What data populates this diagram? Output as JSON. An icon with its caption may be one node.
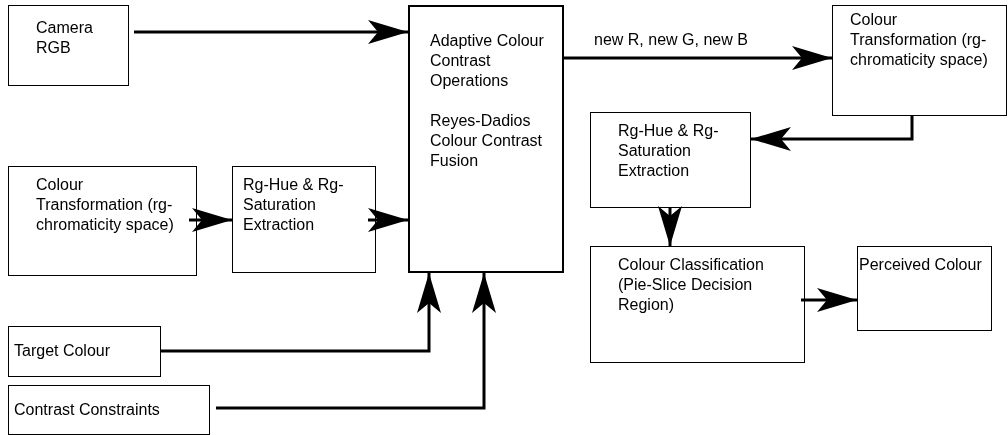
{
  "diagram": {
    "nodes": [
      {
        "text": [
          "Camera RGB"
        ]
      },
      {
        "text": [
          "Colour Transformation (rg-chromaticity space)"
        ]
      },
      {
        "text": [
          "Rg-Hue & Rg-Saturation Extraction"
        ]
      },
      {
        "text": [
          "Adaptive Colour Contrast Operations",
          "Reyes-Dadios Colour Contrast Fusion"
        ]
      },
      {
        "text": [
          "Target Colour"
        ]
      },
      {
        "text": [
          "Contrast Constraints"
        ]
      },
      {
        "text": [
          "Colour Transformation (rg-chromaticity space)"
        ]
      },
      {
        "text": [
          "Rg-Hue & Rg-Saturation Extraction"
        ]
      },
      {
        "text": [
          "Colour Classification (Pie-Slice Decision Region)"
        ]
      },
      {
        "text": [
          "Perceived Colour"
        ]
      }
    ],
    "edges": [
      {
        "from": 0,
        "to": 3,
        "arrow": "to"
      },
      {
        "from": 1,
        "to": 2,
        "arrow": "to"
      },
      {
        "from": 2,
        "to": 3,
        "arrow": "to"
      },
      {
        "from": 4,
        "to": 3,
        "arrow": "to"
      },
      {
        "from": 5,
        "to": 3,
        "arrow": "to"
      },
      {
        "from": 3,
        "to": 6,
        "arrow": "to",
        "label": "new R, new G, new B"
      },
      {
        "from": 6,
        "to": 7,
        "arrow": "to"
      },
      {
        "from": 7,
        "to": 8,
        "arrow": "to"
      },
      {
        "from": 8,
        "to": 9,
        "arrow": "to"
      }
    ]
  }
}
